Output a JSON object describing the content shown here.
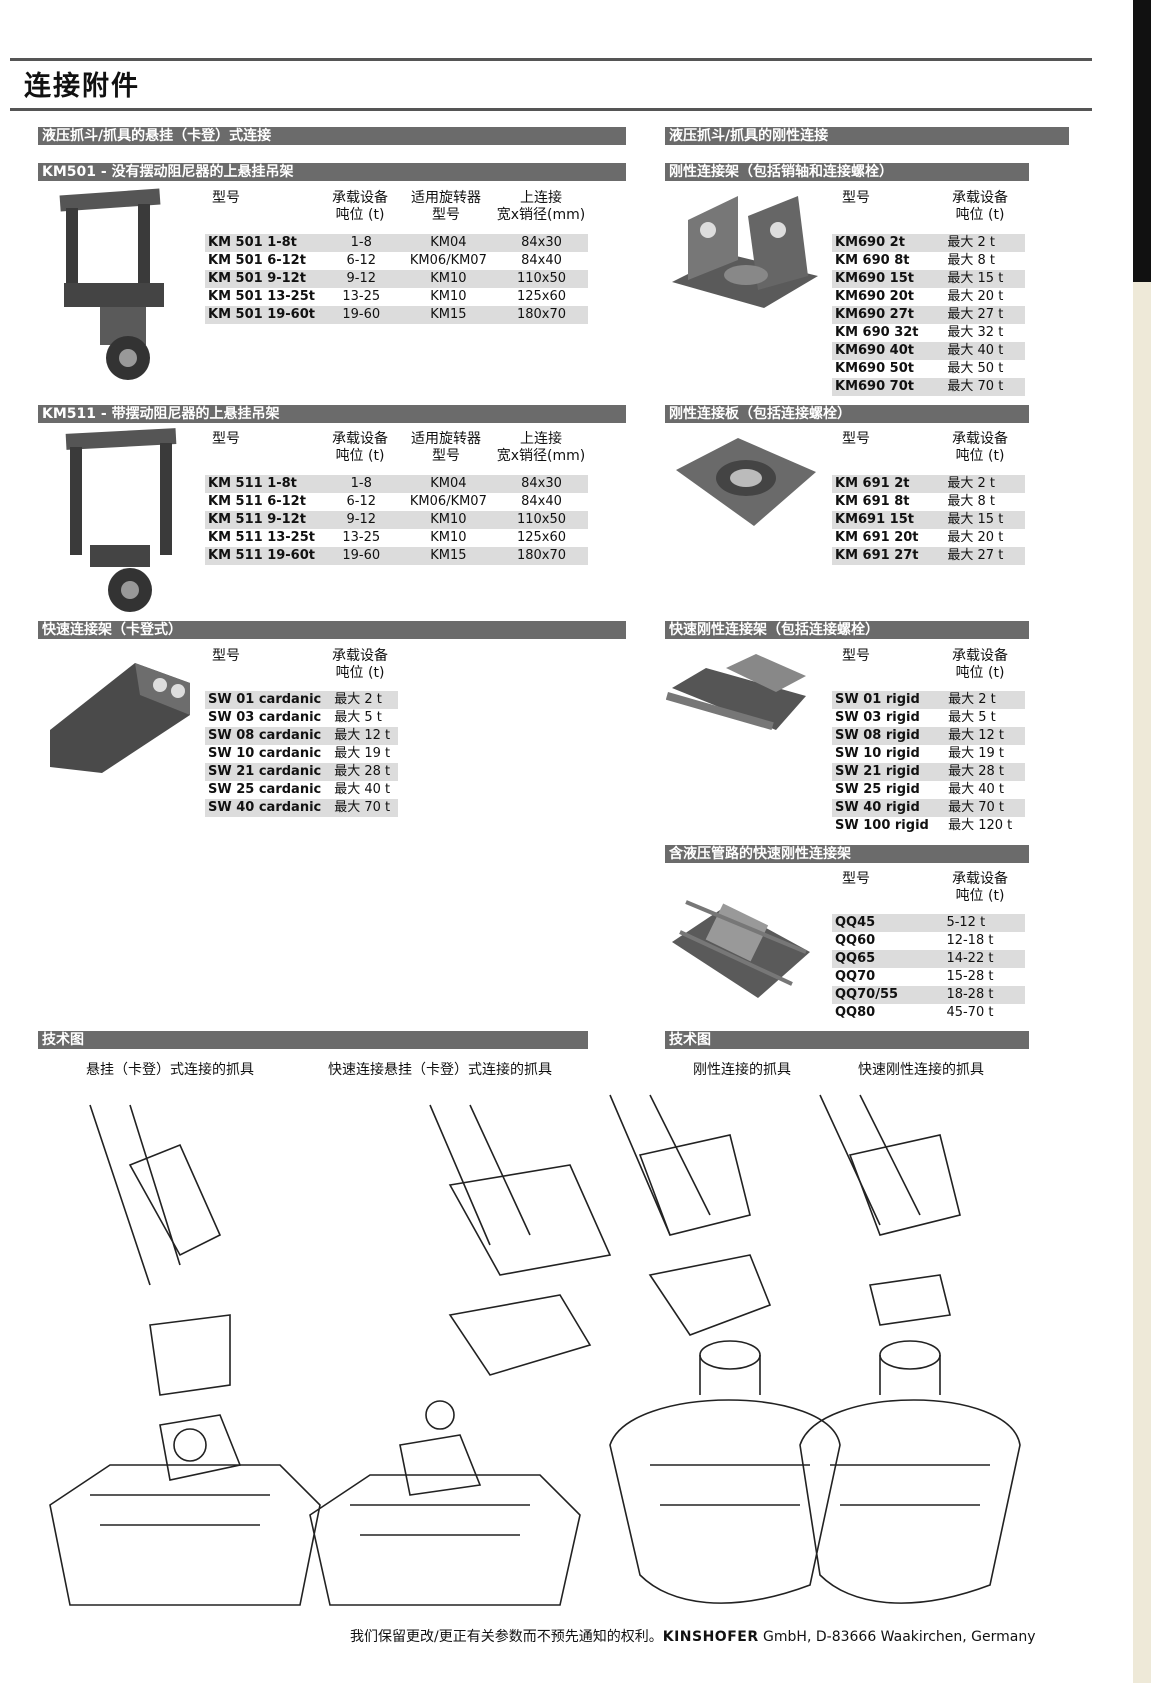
{
  "page_title": "连接附件",
  "left_header": "液压抓斗/抓具的悬挂（卡登）式连接",
  "right_header": "液压抓斗/抓具的刚性连接",
  "km501": {
    "title": "KM501 - 没有摆动阻尼器的上悬挂吊架",
    "col_model": "型号",
    "col_load_1": "承载设备",
    "col_load_2": "吨位 (t)",
    "col_rot_1": "适用旋转器",
    "col_rot_2": "型号",
    "col_conn_1": "上连接",
    "col_conn_2": "宽x销径(mm)",
    "rows": [
      {
        "model": "KM 501 1-8t",
        "load": "1-8",
        "rot": "KM04",
        "conn": "84x30"
      },
      {
        "model": "KM 501 6-12t",
        "load": "6-12",
        "rot": "KM06/KM07",
        "conn": "84x40"
      },
      {
        "model": "KM 501 9-12t",
        "load": "9-12",
        "rot": "KM10",
        "conn": "110x50"
      },
      {
        "model": "KM 501 13-25t",
        "load": "13-25",
        "rot": "KM10",
        "conn": "125x60"
      },
      {
        "model": "KM 501 19-60t",
        "load": "19-60",
        "rot": "KM15",
        "conn": "180x70"
      }
    ]
  },
  "km511": {
    "title": "KM511 - 带摆动阻尼器的上悬挂吊架",
    "col_model": "型号",
    "col_load_1": "承载设备",
    "col_load_2": "吨位 (t)",
    "col_rot_1": "适用旋转器",
    "col_rot_2": "型号",
    "col_conn_1": "上连接",
    "col_conn_2": "宽x销径(mm)",
    "rows": [
      {
        "model": "KM 511 1-8t",
        "load": "1-8",
        "rot": "KM04",
        "conn": "84x30"
      },
      {
        "model": "KM 511 6-12t",
        "load": "6-12",
        "rot": "KM06/KM07",
        "conn": "84x40"
      },
      {
        "model": "KM 511 9-12t",
        "load": "9-12",
        "rot": "KM10",
        "conn": "110x50"
      },
      {
        "model": "KM 511 13-25t",
        "load": "13-25",
        "rot": "KM10",
        "conn": "125x60"
      },
      {
        "model": "KM 511 19-60t",
        "load": "19-60",
        "rot": "KM15",
        "conn": "180x70"
      }
    ]
  },
  "sw_cardanic": {
    "title": "快速连接架（卡登式）",
    "col_model": "型号",
    "col_load_1": "承载设备",
    "col_load_2": "吨位 (t)",
    "rows": [
      {
        "model": "SW 01 cardanic",
        "load": "最大  2 t"
      },
      {
        "model": "SW 03 cardanic",
        "load": "最大  5 t"
      },
      {
        "model": "SW 08 cardanic",
        "load": "最大  12 t"
      },
      {
        "model": "SW 10 cardanic",
        "load": "最大  19 t"
      },
      {
        "model": "SW 21 cardanic",
        "load": "最大  28 t"
      },
      {
        "model": "SW 25 cardanic",
        "load": "最大  40 t"
      },
      {
        "model": "SW 40 cardanic",
        "load": "最大  70 t"
      }
    ]
  },
  "km690": {
    "title": "刚性连接架（包括销轴和连接螺栓）",
    "col_model": "型号",
    "col_load_1": "承载设备",
    "col_load_2": "吨位 (t)",
    "rows": [
      {
        "model": "KM690 2t",
        "load": "最大  2 t"
      },
      {
        "model": "KM 690 8t",
        "load": "最大  8 t"
      },
      {
        "model": "KM690 15t",
        "load": "最大  15 t"
      },
      {
        "model": "KM690 20t",
        "load": "最大  20 t"
      },
      {
        "model": "KM690 27t",
        "load": "最大  27 t"
      },
      {
        "model": "KM 690 32t",
        "load": "最大  32 t"
      },
      {
        "model": "KM690 40t",
        "load": "最大  40 t"
      },
      {
        "model": "KM690 50t",
        "load": "最大  50 t"
      },
      {
        "model": "KM690 70t",
        "load": "最大  70 t"
      }
    ]
  },
  "km691": {
    "title": "刚性连接板（包括连接螺栓）",
    "col_model": "型号",
    "col_load_1": "承载设备",
    "col_load_2": "吨位 (t)",
    "rows": [
      {
        "model": "KM 691 2t",
        "load": "最大  2 t"
      },
      {
        "model": "KM 691 8t",
        "load": "最大  8 t"
      },
      {
        "model": "KM691 15t",
        "load": "最大  15 t"
      },
      {
        "model": "KM 691 20t",
        "load": "最大  20 t"
      },
      {
        "model": "KM 691 27t",
        "load": "最大  27 t"
      }
    ]
  },
  "sw_rigid": {
    "title": "快速刚性连接架（包括连接螺栓）",
    "col_model": "型号",
    "col_load_1": "承载设备",
    "col_load_2": "吨位 (t)",
    "rows": [
      {
        "model": "SW 01 rigid",
        "load": "最大  2 t"
      },
      {
        "model": "SW 03 rigid",
        "load": "最大  5 t"
      },
      {
        "model": "SW 08 rigid",
        "load": "最大  12 t"
      },
      {
        "model": "SW 10 rigid",
        "load": "最大  19 t"
      },
      {
        "model": "SW 21 rigid",
        "load": "最大  28 t"
      },
      {
        "model": "SW 25 rigid",
        "load": "最大  40 t"
      },
      {
        "model": "SW 40 rigid",
        "load": "最大  70 t"
      },
      {
        "model": "SW 100 rigid",
        "load": "最大  120 t"
      }
    ]
  },
  "qq": {
    "title": "含液压管路的快速刚性连接架",
    "col_model": "型号",
    "col_load_1": "承载设备",
    "col_load_2": "吨位 (t)",
    "rows": [
      {
        "model": "QQ45",
        "load": "5-12 t"
      },
      {
        "model": "QQ60",
        "load": "12-18 t"
      },
      {
        "model": "QQ65",
        "load": "14-22 t"
      },
      {
        "model": "QQ70",
        "load": "15-28 t"
      },
      {
        "model": "QQ70/55",
        "load": "18-28 t"
      },
      {
        "model": "QQ80",
        "load": "45-70 t"
      }
    ]
  },
  "tech_left": {
    "title": "技术图",
    "cap1": "悬挂（卡登）式连接的抓具",
    "cap2": "快速连接悬挂（卡登）式连接的抓具"
  },
  "tech_right": {
    "title": "技术图",
    "cap1": "刚性连接的抓具",
    "cap2": "快速刚性连接的抓具"
  },
  "footer": {
    "text": "我们保留更改/更正有关参数而不预先通知的权利。",
    "brand": "KINSHOFER",
    "address": " GmbH, D-83666 Waakirchen, Germany"
  }
}
